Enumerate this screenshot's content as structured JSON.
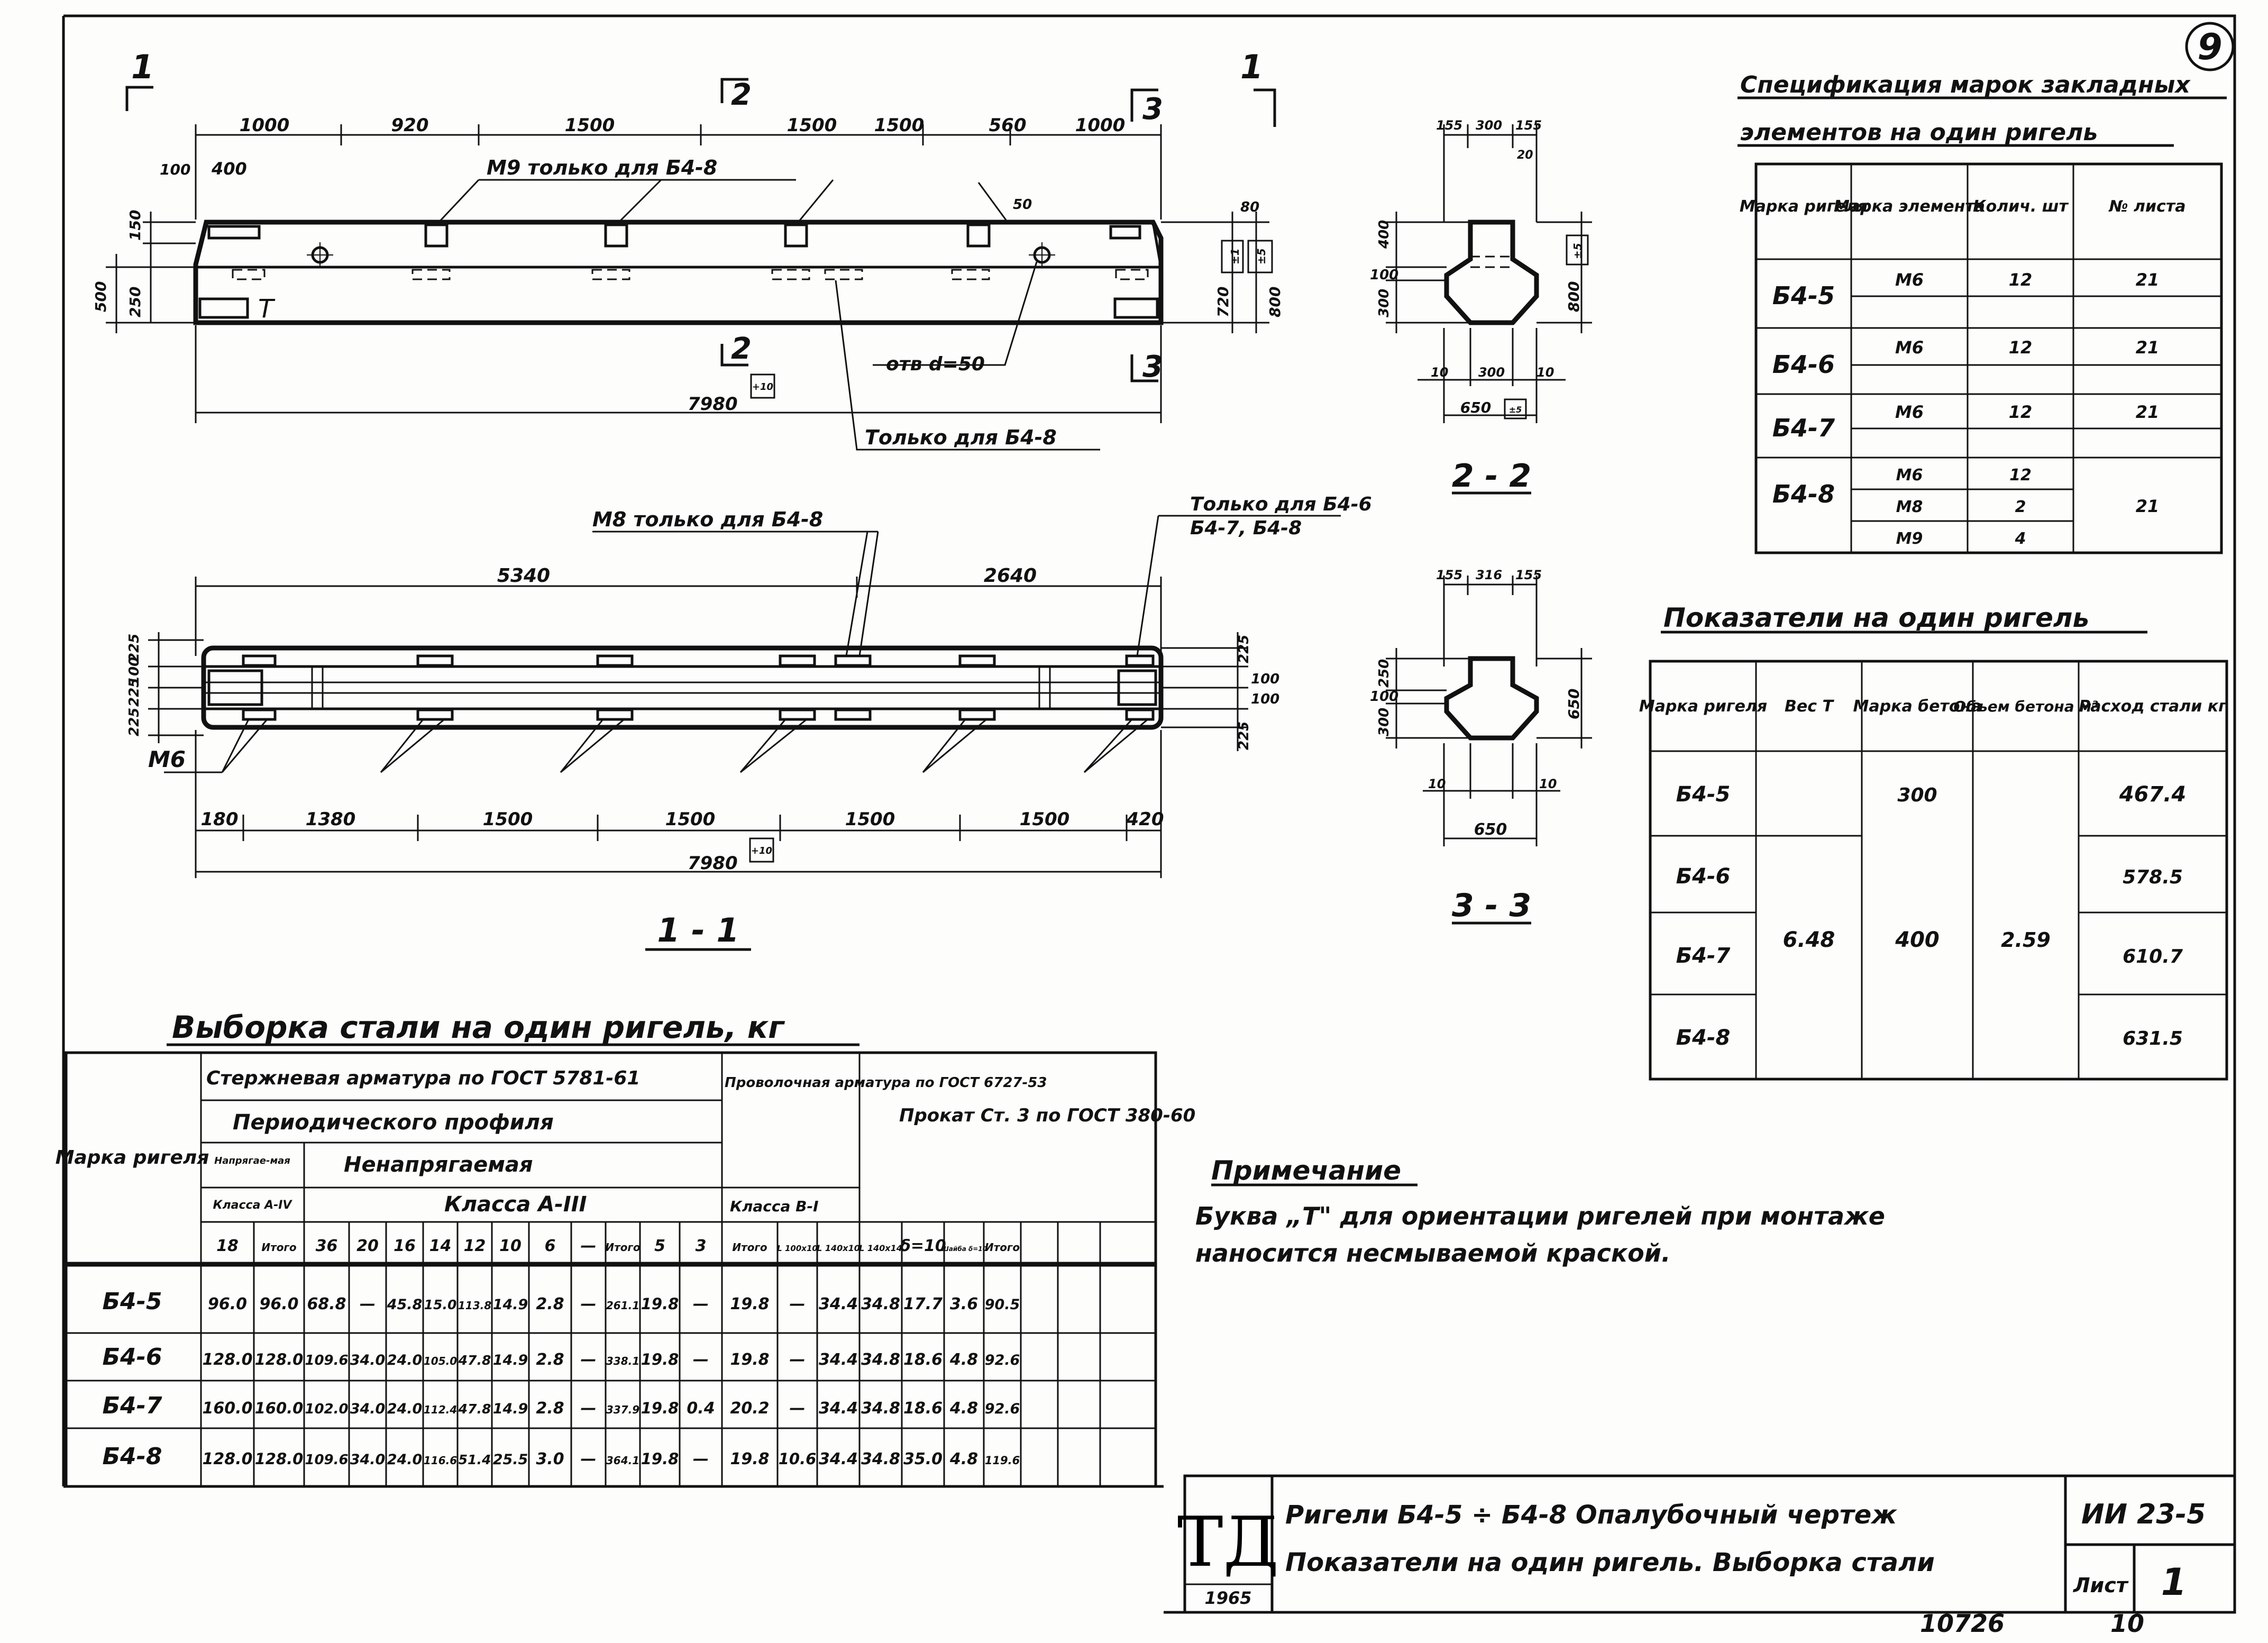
{
  "sheet_number": "9",
  "elevation": {
    "section_mark_1_left": "1",
    "section_mark_1_right": "1",
    "section_mark_2_top": "2",
    "section_mark_2_bottom": "2",
    "section_mark_3_top": "3",
    "section_mark_3_bottom": "3",
    "top_dims": [
      "1000",
      "920",
      "1500",
      "1500",
      "1500",
      "560",
      "1000"
    ],
    "dim_100": "100",
    "dim_400": "400",
    "dim_50": "50",
    "dim_80": "80",
    "left_dims": [
      "150",
      "250",
      "500"
    ],
    "right_dims": [
      "720",
      "800"
    ],
    "right_tol_1": "±1",
    "right_tol_2": "±5",
    "label_m9": "М9 только для Б4-8",
    "label_hole": "отв d=50",
    "label_only_b48": "Только для Б4-8",
    "letter_t": "Т",
    "overall_len": "7980",
    "overall_tol": "+10"
  },
  "plan": {
    "label_m8": "М8 только для Б4-8",
    "label_only_b46": "Только для Б4-6",
    "label_b47_b48": "Б4-7,  Б4-8",
    "upper_dims": [
      "5340",
      "2640"
    ],
    "left_dims": [
      "225",
      "100",
      "225",
      "225"
    ],
    "right_dims": [
      "225",
      "100",
      "100",
      "225"
    ],
    "label_m6": "М6",
    "bottom_dims": [
      "180",
      "1380",
      "1500",
      "1500",
      "1500",
      "1500",
      "420"
    ],
    "overall_len": "7980",
    "overall_tol": "+10",
    "title": "1 - 1"
  },
  "section_22": {
    "top_dims": [
      "155",
      "300",
      "155"
    ],
    "dim_20": "20",
    "left_dims": [
      "400",
      "100",
      "300"
    ],
    "right_dim": "800",
    "right_tol": "±5",
    "bottom_dims": [
      "10",
      "300",
      "10"
    ],
    "width": "650",
    "width_tol": "±5",
    "title": "2 - 2"
  },
  "section_33": {
    "top_dims": [
      "155",
      "316",
      "155"
    ],
    "left_dims": [
      "250",
      "100",
      "300"
    ],
    "right_dim": "650",
    "bottom_dims": [
      "10",
      "10"
    ],
    "width": "650",
    "title": "3 - 3"
  },
  "spec_table": {
    "title_line1": "Спецификация марок закладных",
    "title_line2": "элементов на один ригель",
    "headers": [
      "Марка ригеля",
      "Марка элемента",
      "Колич. шт",
      "№ листа"
    ],
    "rows": [
      {
        "marka": "Б4-5",
        "elements": [
          "М6"
        ],
        "qty": [
          "12"
        ],
        "sheet": "21"
      },
      {
        "marka": "Б4-6",
        "elements": [
          "М6"
        ],
        "qty": [
          "12"
        ],
        "sheet": "21"
      },
      {
        "marka": "Б4-7",
        "elements": [
          "М6"
        ],
        "qty": [
          "12"
        ],
        "sheet": "21"
      },
      {
        "marka": "Б4-8",
        "elements": [
          "М6",
          "М8",
          "М9"
        ],
        "qty": [
          "12",
          "2",
          "4"
        ],
        "sheet": "21"
      }
    ]
  },
  "indicators_table": {
    "title": "Показатели на один ригель",
    "headers": [
      "Марка ригеля",
      "Вес Т",
      "Марка бетона",
      "Объем бетона м³",
      "Расход стали кг"
    ],
    "rows": [
      {
        "marka": "Б4-5",
        "steel": "467.4"
      },
      {
        "marka": "Б4-6",
        "steel": "578.5"
      },
      {
        "marka": "Б4-7",
        "steel": "610.7"
      },
      {
        "marka": "Б4-8",
        "steel": "631.5"
      }
    ],
    "weight": "6.48",
    "concrete_b45": "300",
    "concrete_rest": "400",
    "volume": "2.59"
  },
  "steel_table": {
    "title": "Выборка стали на один ригель, кг",
    "h_marka": "Марка ригеля",
    "h_rod": "Стержневая арматура по ГОСТ 5781-61",
    "h_periodic": "Периодического профиля",
    "h_prestress": "Напрягае-мая",
    "h_nonprestress": "Ненапрягаемая",
    "h_class_iv": "Класса A-IV",
    "h_class_iii": "Класса А-III",
    "h_wire": "Проволочная арматура по ГОСТ 6727-53",
    "h_class_bi": "Класса В-I",
    "h_rolled": "Прокат Ст. 3 по ГОСТ 380-60",
    "columns": [
      "18",
      "Итого",
      "36",
      "20",
      "16",
      "14",
      "12",
      "10",
      "6",
      "—",
      "Итого",
      "5",
      "3",
      "Итого",
      "L 100x10",
      "L 140x10",
      "L 140x14",
      "δ=10",
      "Шайба δ=10",
      "Итого"
    ],
    "rows": [
      {
        "marka": "Б4-5",
        "cells": [
          "96.0",
          "96.0",
          "68.8",
          "—",
          "45.8",
          "15.0",
          "113.8",
          "14.9",
          "2.8",
          "—",
          "261.1",
          "19.8",
          "—",
          "19.8",
          "—",
          "34.4",
          "34.8",
          "17.7",
          "3.6",
          "90.5"
        ]
      },
      {
        "marka": "Б4-6",
        "cells": [
          "128.0",
          "128.0",
          "109.6",
          "34.0",
          "24.0",
          "105.0",
          "47.8",
          "14.9",
          "2.8",
          "—",
          "338.1",
          "19.8",
          "—",
          "19.8",
          "—",
          "34.4",
          "34.8",
          "18.6",
          "4.8",
          "92.6"
        ]
      },
      {
        "marka": "Б4-7",
        "cells": [
          "160.0",
          "160.0",
          "102.0",
          "34.0",
          "24.0",
          "112.4",
          "47.8",
          "14.9",
          "2.8",
          "—",
          "337.9",
          "19.8",
          "0.4",
          "20.2",
          "—",
          "34.4",
          "34.8",
          "18.6",
          "4.8",
          "92.6"
        ]
      },
      {
        "marka": "Б4-8",
        "cells": [
          "128.0",
          "128.0",
          "109.6",
          "34.0",
          "24.0",
          "116.6",
          "51.4",
          "25.5",
          "3.0",
          "—",
          "364.1",
          "19.8",
          "—",
          "19.8",
          "10.6",
          "34.4",
          "34.8",
          "35.0",
          "4.8",
          "119.6"
        ]
      }
    ]
  },
  "note": {
    "title": "Примечание",
    "line1": "Буква „Т\" для ориентации ригелей при монтаже",
    "line2": "наносится несмываемой краской."
  },
  "title_block": {
    "logo": "ТД",
    "year": "1965",
    "line1": "Ригели Б4-5 ÷ Б4-8  Опалубочный чертеж",
    "line2": "Показатели на один ригель. Выборка стали",
    "code": "ИИ 23-5",
    "sheet_label": "Лист",
    "sheet_no": "1"
  },
  "footer": {
    "inventory": "10726",
    "page": "10"
  }
}
